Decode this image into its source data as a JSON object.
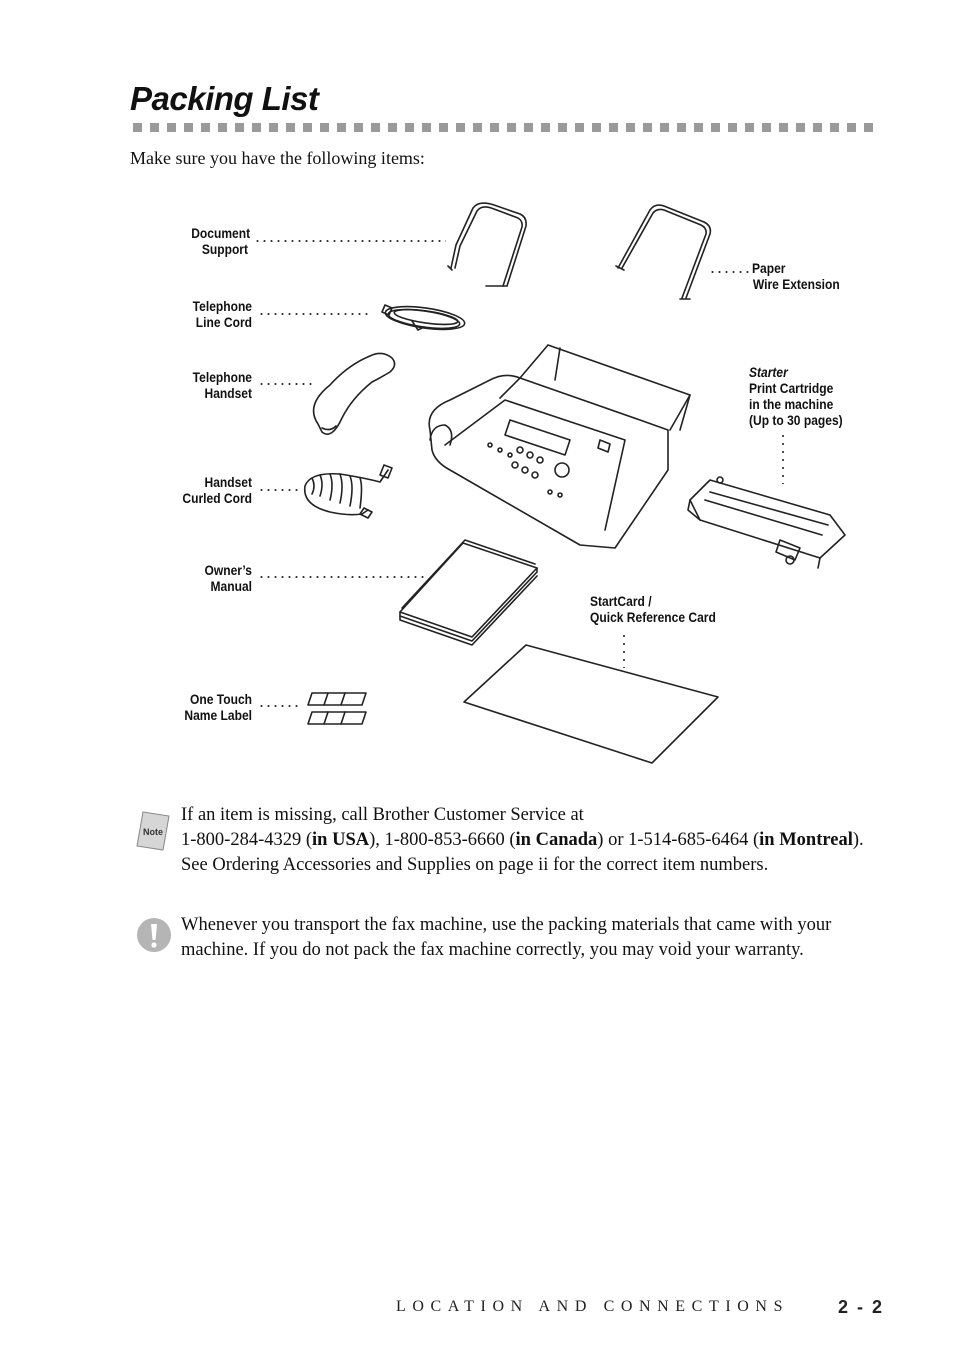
{
  "page": {
    "title": "Packing List",
    "intro": "Make sure you have the following items:"
  },
  "items": {
    "document_support": [
      "Document",
      "Support"
    ],
    "telephone_line_cord": [
      "Telephone",
      "Line Cord"
    ],
    "telephone_handset": [
      "Telephone",
      "Handset"
    ],
    "handset_curled_cord": [
      "Handset",
      "Curled Cord"
    ],
    "owners_manual": [
      "Owner’s",
      "Manual"
    ],
    "one_touch_name_label": [
      "One Touch",
      "Name Label"
    ],
    "paper_wire_extension": [
      "Paper",
      "Wire Extension"
    ],
    "print_cartridge": {
      "italic": "Starter",
      "lines": [
        "Print Cartridge",
        "in the machine",
        "(Up to 30 pages)"
      ]
    },
    "startcard": [
      "StartCard /",
      "Quick Reference Card"
    ]
  },
  "note": {
    "icon_label": "Note",
    "t1": "If an item is missing, call Brother Customer Service at",
    "t2": "1-800-284-4329 (",
    "b1": "in USA",
    "t3": "), 1-800-853-6660 (",
    "b2": "in Canada",
    "t4": ") or 1-514-685-6464 (",
    "b3": "in Montreal",
    "t5": "). See Ordering Accessories and Supplies on page ii for the correct item numbers."
  },
  "caution": {
    "text": "Whenever you transport the fax machine, use the packing materials that came with your machine. If you do not pack the fax machine correctly, you may void your warranty."
  },
  "footer": {
    "section": "LOCATION AND CONNECTIONS",
    "page_number": "2 - 2"
  }
}
